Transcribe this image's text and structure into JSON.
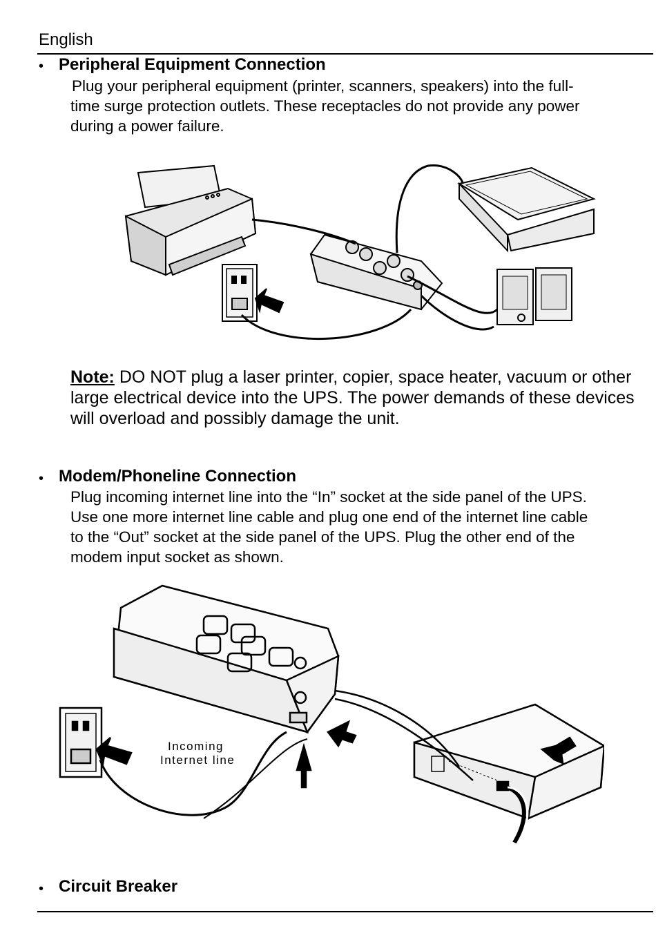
{
  "header": {
    "language": "English"
  },
  "sections": [
    {
      "heading": "Peripheral Equipment Connection",
      "text_lines": [
        "Plug your peripheral equipment (printer, scanners, speakers) into the full-",
        "time surge protection outlets. These receptacles do not provide any power",
        "during a power failure."
      ]
    },
    {
      "heading": "Modem/Phoneline Connection",
      "text_lines": [
        "Plug incoming internet line into the “In” socket at the side panel of the UPS.",
        "Use one more internet line cable and plug one end of the internet line cable",
        "to the “Out” socket at the side panel of the UPS. Plug the other end of the",
        "modem input socket as shown."
      ]
    },
    {
      "heading": "Circuit Breaker",
      "text_lines": []
    }
  ],
  "note": {
    "label": "Note:",
    "text": " DO NOT plug a laser printer, copier, space heater, vacuum or other large electrical device into the UPS. The power demands of these devices will overload and possibly damage the unit."
  },
  "figure2": {
    "label_line1": "Incoming",
    "label_line2": "Internet line"
  },
  "bullet_symbol": "•"
}
